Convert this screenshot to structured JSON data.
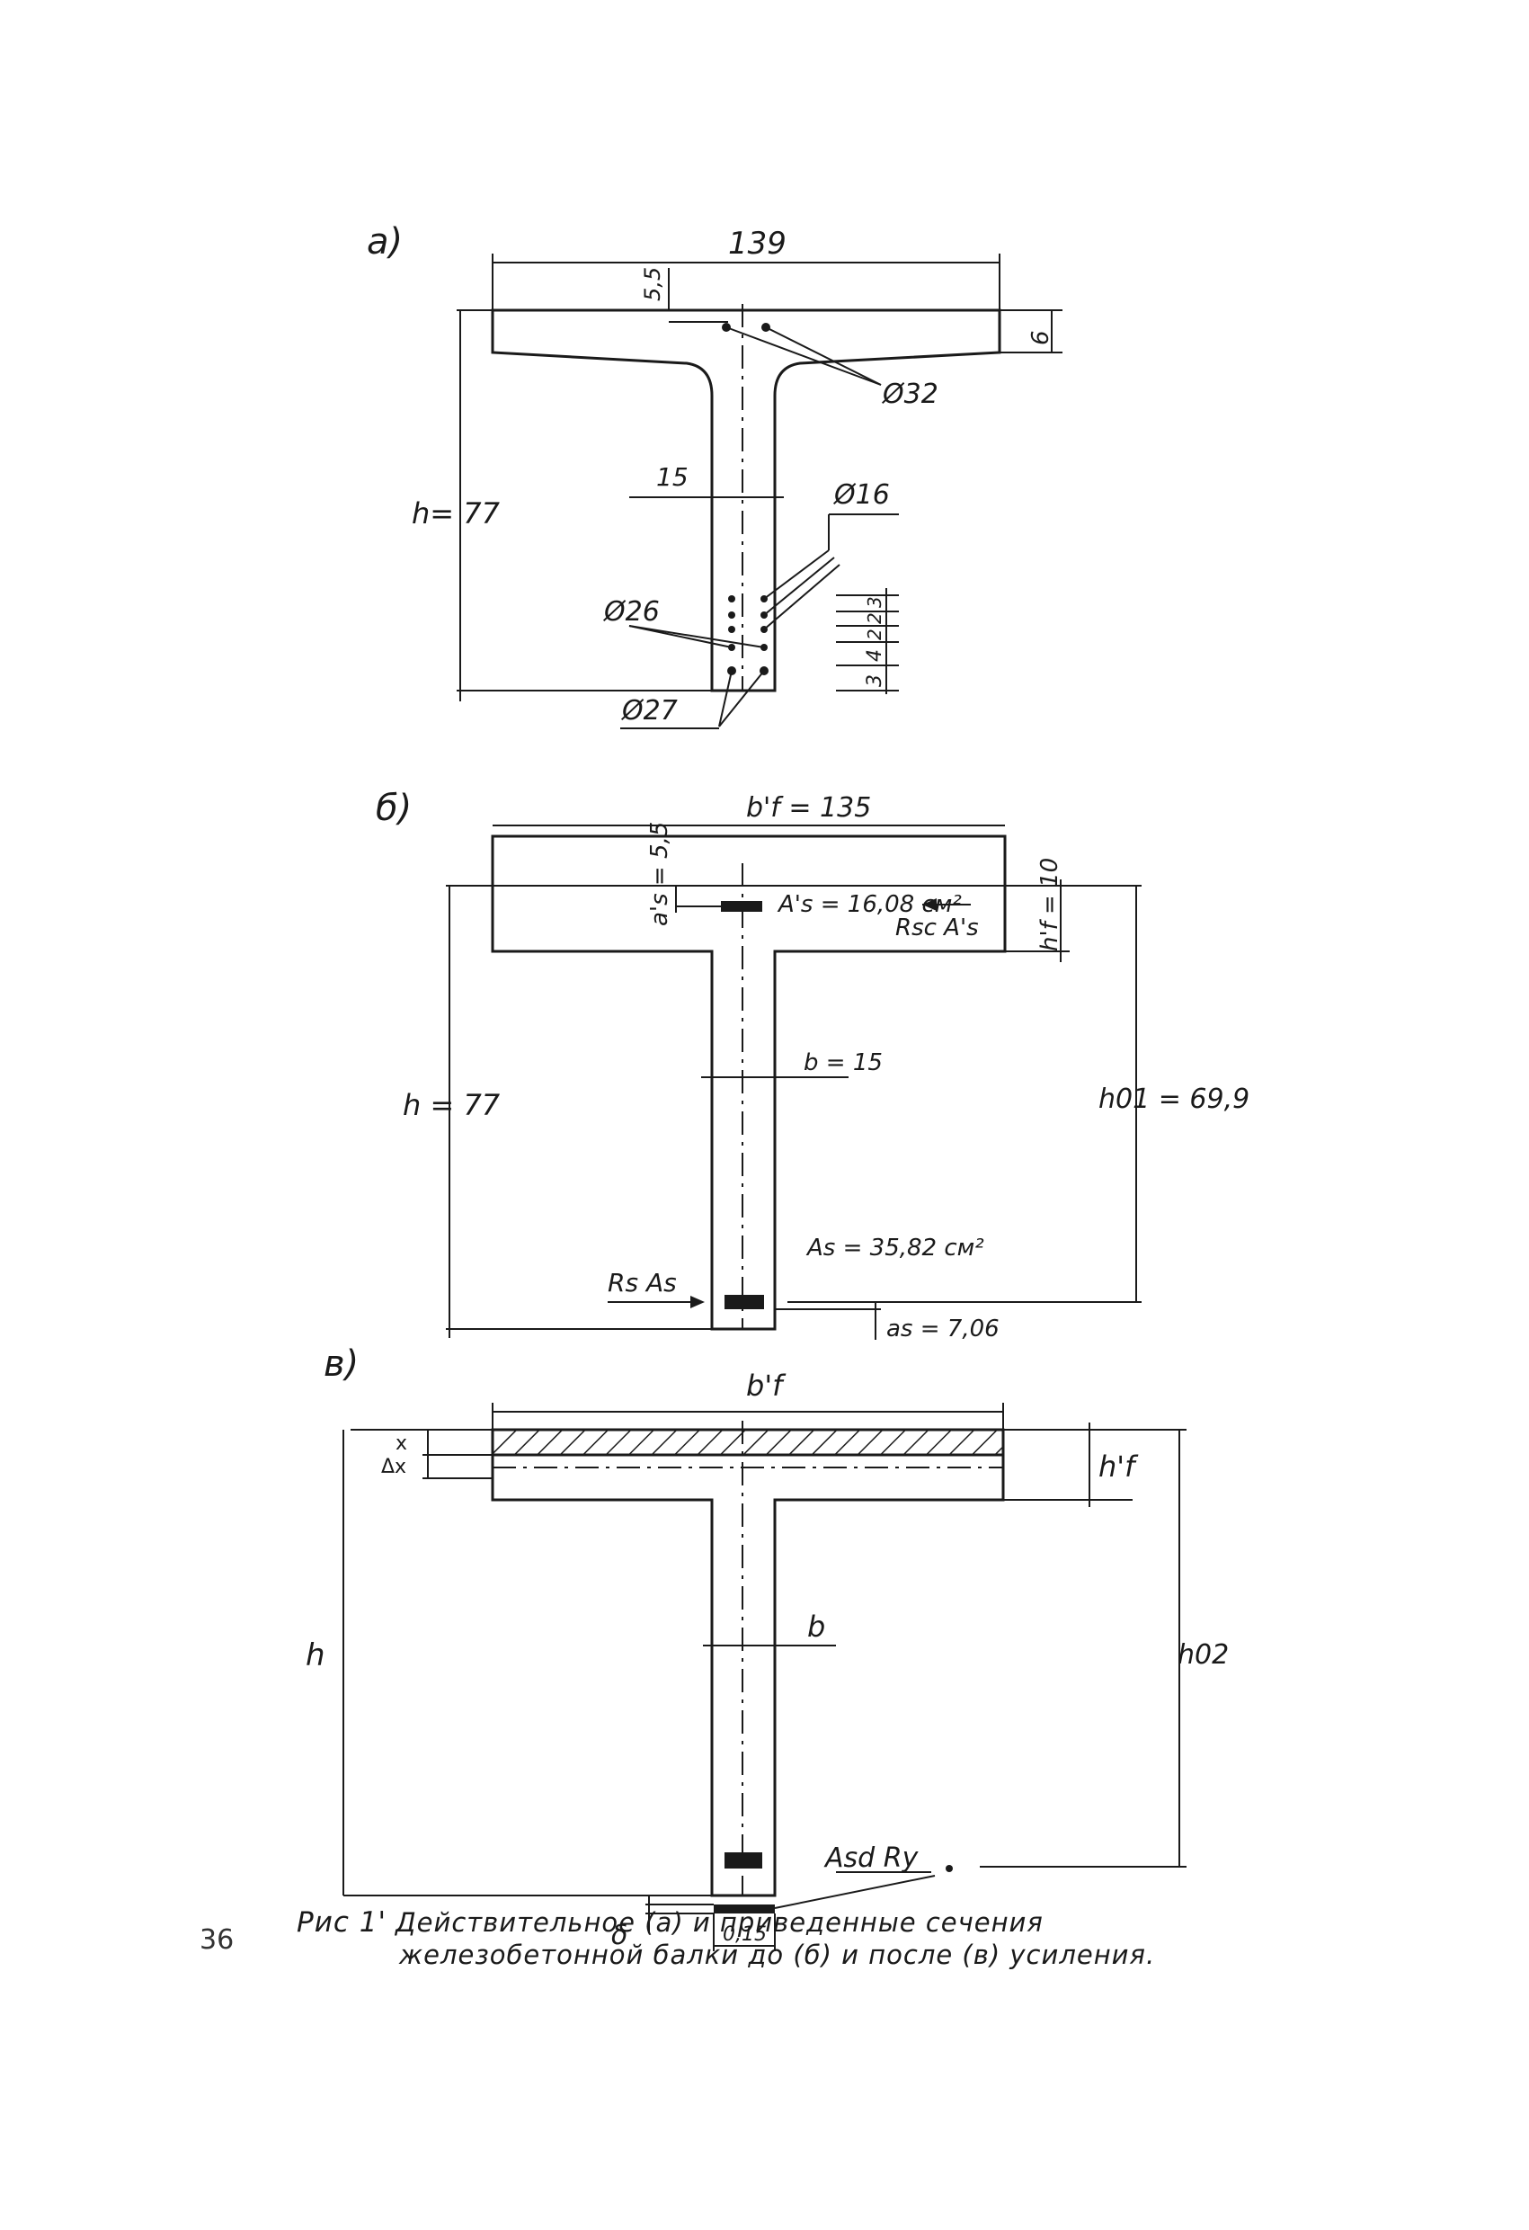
{
  "page_number": "36",
  "caption": {
    "label": "Рис 1'",
    "line1": "Действительное (а) и приведенные сечения",
    "line2": "железобетонной балки до (б) и после (в) усиления."
  },
  "section_a": {
    "label": "а)",
    "width": "139",
    "cover": "5,5",
    "flange": "6",
    "height": "h= 77",
    "web": "15",
    "bar_32": "Ø32",
    "bar_16": "Ø16",
    "bar_26": "Ø26",
    "bar_27": "Ø27",
    "spacings": [
      "3",
      "4",
      "2",
      "2",
      "3"
    ]
  },
  "section_b": {
    "label": "б)",
    "flange_width": "b'f = 135",
    "cover_top": "a's = 5,5",
    "area_top": "A's = 16,08 см²",
    "force_top": "Rsc A's",
    "flange": "h'f = 10",
    "web": "b = 15",
    "height": "h = 77",
    "working_height": "h01 = 69,9",
    "area_bottom": "As = 35,82 см²",
    "force_bottom": "Rs As",
    "cover_bottom": "as = 7,06"
  },
  "section_c": {
    "label": "в)",
    "flange_width": "b'f",
    "x": "x",
    "dx": "Δx",
    "flange": "h'f",
    "height": "h",
    "web": "b",
    "working_height": "h02",
    "force": "Asd Ry",
    "delta": "δ",
    "plate": "0,15"
  }
}
